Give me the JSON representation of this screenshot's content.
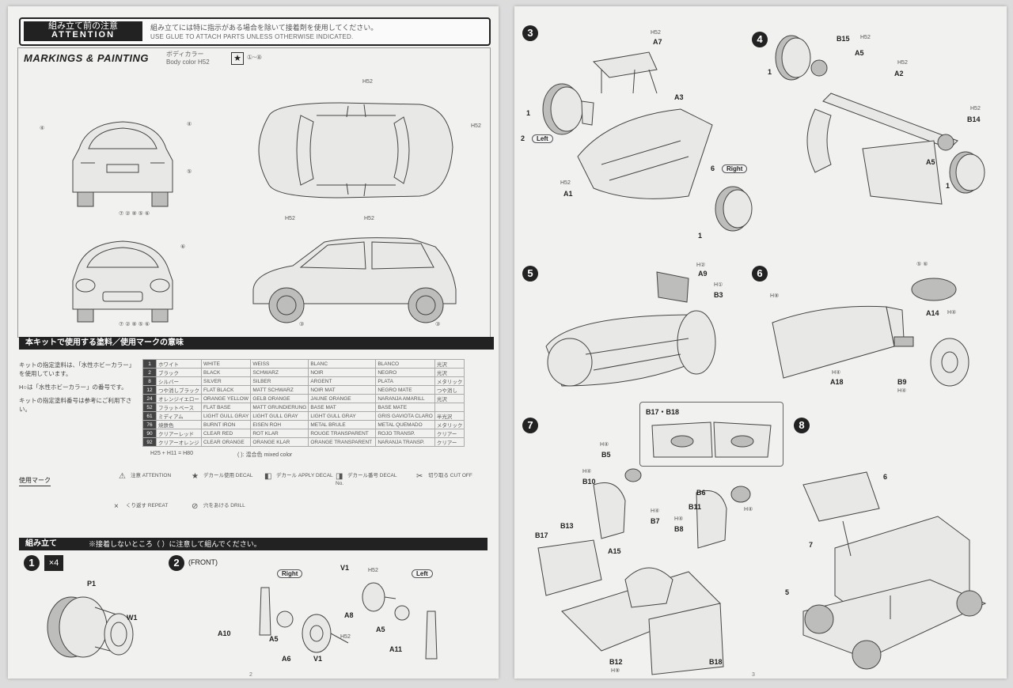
{
  "left_page": {
    "attention": {
      "badge_ja": "組み立て前の注意",
      "badge_en": "ATTENTION",
      "text_ja": "組み立てには特に指示がある場合を除いて接着剤を使用してください。",
      "text_en": "USE GLUE TO ATTACH PARTS UNLESS OTHERWISE INDICATED."
    },
    "markings": {
      "title": "MARKINGS & PAINTING",
      "body_color_ja": "ボディカラー",
      "body_color_en": "Body color",
      "body_color_code": "H52",
      "star": "★",
      "decal_range": "①~⑧",
      "callouts": [
        "H52",
        "H52",
        "H52",
        "H52",
        "④",
        "④",
        "⑤",
        "⑥"
      ],
      "decal_rows": [
        "⑦ ② ⑧ ⑤ ⑥",
        "⑦ ② ⑧ ⑤ ⑥"
      ],
      "side_callouts": [
        "③",
        "③"
      ]
    },
    "paint_section": {
      "title": "本キットで使用する塗料／使用マークの意味",
      "notes": [
        "キットの指定塗料は、「水性ホビーカラー」を使用しています。",
        "H○は「水性ホビーカラー」の番号です。",
        "キットの指定塗料番号は参考にご利用下さい。"
      ],
      "rows": [
        {
          "code": "1",
          "ja": "ホワイト",
          "en": "WHITE",
          "de": "WEISS",
          "fr": "BLANC",
          "es": "BLANCO",
          "type": "光沢"
        },
        {
          "code": "2",
          "ja": "ブラック",
          "en": "BLACK",
          "de": "SCHWARZ",
          "fr": "NOIR",
          "es": "NEGRO",
          "type": "光沢"
        },
        {
          "code": "8",
          "ja": "シルバー",
          "en": "SILVER",
          "de": "SILBER",
          "fr": "ARGENT",
          "es": "PLATA",
          "type": "メタリック"
        },
        {
          "code": "12",
          "ja": "つや消しブラック",
          "en": "FLAT BLACK",
          "de": "MATT SCHWARZ",
          "fr": "NOIR MAT",
          "es": "NEGRO MATE",
          "type": "つや消し"
        },
        {
          "code": "24",
          "ja": "オレンジイエロー",
          "en": "ORANGE YELLOW",
          "de": "GELB ORANGE",
          "fr": "JAUNE ORANGE",
          "es": "NARANJA AMARILL",
          "type": "光沢"
        },
        {
          "code": "52",
          "ja": "フラットベース",
          "en": "FLAT BASE",
          "de": "MATT GRUNDIERUNG",
          "fr": "BASE MAT",
          "es": "BASE MATE",
          "type": ""
        },
        {
          "code": "61",
          "ja": "ミディアム",
          "en": "LIGHT GULL GRAY",
          "de": "LIGHT GULL GRAY",
          "fr": "LIGHT GULL GRAY",
          "es": "GRIS GAVIOTA CLARO",
          "type": "半光沢"
        },
        {
          "code": "76",
          "ja": "焼鉄色",
          "en": "BURNT IRON",
          "de": "EISEN ROH",
          "fr": "METAL BRULE",
          "es": "METAL QUEMADO",
          "type": "メタリック"
        },
        {
          "code": "90",
          "ja": "クリアーレッド",
          "en": "CLEAR RED",
          "de": "ROT KLAR",
          "fr": "ROUGE TRANSPARENT",
          "es": "ROJO TRANSP.",
          "type": "クリアー"
        },
        {
          "code": "92",
          "ja": "クリアーオレンジ",
          "en": "CLEAR ORANGE",
          "de": "ORANGE KLAR",
          "fr": "ORANGE TRANSPARENT",
          "es": "NARANJA TRANSP.",
          "type": "クリアー"
        }
      ],
      "mix_row": "H25 + H11 = H80",
      "mix_note": "( ): 混合色 mixed color",
      "legend_label": "使用マーク",
      "legend": [
        {
          "icon": "warning-icon",
          "sym": "⚠",
          "text": "注意 ATTENTION"
        },
        {
          "icon": "star-icon",
          "sym": "★",
          "text": "デカール使用 DECAL"
        },
        {
          "icon": "decal-icon",
          "sym": "◧",
          "text": "デカール APPLY DECAL"
        },
        {
          "icon": "decal-icon",
          "sym": "◨",
          "text": "デカール番号 DECAL No."
        },
        {
          "icon": "cut-icon",
          "sym": "✂",
          "text": "切り取る CUT OFF"
        },
        {
          "icon": "repeat-icon",
          "sym": "×",
          "text": "くり返す REPEAT"
        },
        {
          "icon": "drill-icon",
          "sym": "⊘",
          "text": "穴をあける DRILL"
        }
      ]
    },
    "assembly": {
      "title": "組み立て",
      "note": "※接着しないところ（ ）に注意して組んでください。",
      "step1": {
        "num": "1",
        "repeat": "×4",
        "parts": [
          "P1",
          "W1"
        ]
      },
      "step2": {
        "num": "2",
        "label": "(FRONT)",
        "right": "Right",
        "left": "Left",
        "parts": [
          "V1",
          "H52",
          "A10",
          "A5",
          "A6",
          "V1",
          "A8",
          "A5",
          "A11",
          "H52"
        ]
      }
    },
    "page_number": "2"
  },
  "right_page": {
    "step3": {
      "num": "3",
      "parts": [
        "A7",
        "A3",
        "A1",
        "1",
        "1"
      ],
      "left": "Left",
      "right": "Right",
      "left_num": "2",
      "right_num": "6",
      "paint": [
        "H52",
        "H52"
      ]
    },
    "step4": {
      "num": "4",
      "parts": [
        "B15",
        "A5",
        "A2",
        "1",
        "B14",
        "A5",
        "1"
      ],
      "paint": [
        "H52",
        "H52",
        "H52"
      ]
    },
    "step5": {
      "num": "5",
      "parts": [
        "A9",
        "B3"
      ],
      "paint": [
        "H②",
        "H①"
      ]
    },
    "step6": {
      "num": "6",
      "parts": [
        "A14",
        "A18",
        "B9"
      ],
      "paint": [
        "H⑧",
        "H④",
        "H④",
        "H④"
      ],
      "decal": "⑤ ⑥"
    },
    "step7": {
      "num": "7",
      "inset": "B17・B18",
      "parts": [
        "B5",
        "B10",
        "B6",
        "B11",
        "B7",
        "B8",
        "B17",
        "B13",
        "A15",
        "B12",
        "B18"
      ],
      "paint": [
        "H④",
        "H④",
        "H④",
        "H④",
        "H④",
        "H⑧"
      ]
    },
    "step8": {
      "num": "8",
      "subassemblies": [
        "6",
        "7",
        "5"
      ]
    },
    "page_number": "3"
  },
  "colors": {
    "ink": "#222222",
    "paper": "#f1f1ef",
    "background": "#dcdcdc"
  }
}
